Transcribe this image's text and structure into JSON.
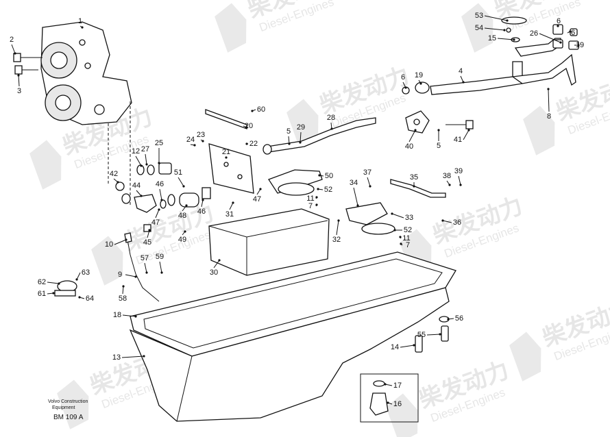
{
  "watermark": {
    "brand_cn": "柴发动力",
    "brand_en": "Diesel-Engines"
  },
  "caption": {
    "line1": "Volvo Construction",
    "line2": "Equipment",
    "code": "BM 109 A"
  },
  "callouts": [
    "1",
    "2",
    "3",
    "4",
    "5",
    "5",
    "6",
    "6",
    "6",
    "7",
    "7",
    "8",
    "9",
    "10",
    "11",
    "11",
    "12",
    "13",
    "14",
    "15",
    "16",
    "17",
    "18",
    "19",
    "19",
    "20",
    "21",
    "22",
    "23",
    "24",
    "25",
    "26",
    "27",
    "28",
    "29",
    "30",
    "31",
    "32",
    "33",
    "34",
    "35",
    "36",
    "37",
    "38",
    "39",
    "40",
    "41",
    "42",
    "44",
    "45",
    "46",
    "46",
    "47",
    "47",
    "48",
    "49",
    "50",
    "51",
    "52",
    "52",
    "53",
    "54",
    "55",
    "56",
    "57",
    "58",
    "59",
    "60",
    "61",
    "62",
    "63",
    "64"
  ]
}
